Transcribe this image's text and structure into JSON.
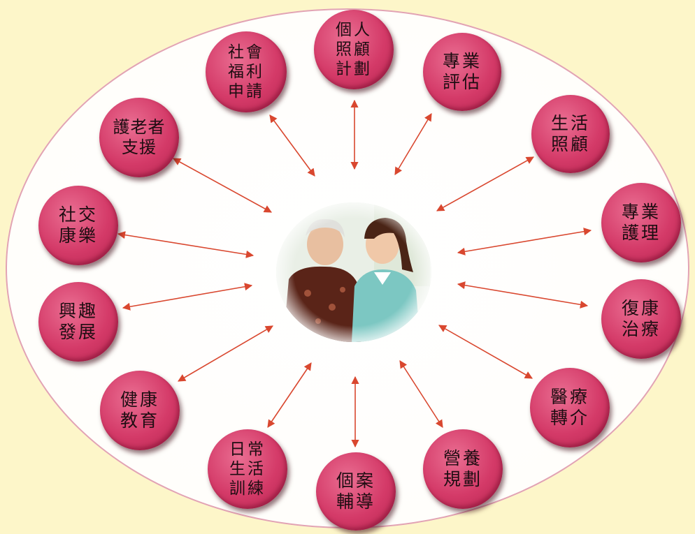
{
  "diagram": {
    "center": {
      "icon": "elderly-and-caregiver-photo"
    },
    "nodes": [
      {
        "id": "personal-care-plan",
        "label": "個人\n照顧\n計劃"
      },
      {
        "id": "professional-assessment",
        "label": "專業\n評估"
      },
      {
        "id": "daily-life-care",
        "label": "生活\n照顧"
      },
      {
        "id": "professional-nursing",
        "label": "專業\n護理"
      },
      {
        "id": "rehabilitation",
        "label": "復康\n治療"
      },
      {
        "id": "medical-referral",
        "label": "醫療\n轉介"
      },
      {
        "id": "nutrition-planning",
        "label": "營養\n規劃"
      },
      {
        "id": "case-counseling",
        "label": "個案\n輔導"
      },
      {
        "id": "daily-living-training",
        "label": "日常\n生活\n訓練"
      },
      {
        "id": "health-education",
        "label": "健康\n教育"
      },
      {
        "id": "interest-development",
        "label": "興趣\n發展"
      },
      {
        "id": "social-recreation",
        "label": "社交\n康樂"
      },
      {
        "id": "carer-support",
        "label": "護老者\n支援"
      },
      {
        "id": "social-welfare-application",
        "label": "社會\n福利\n申請"
      }
    ],
    "colors": {
      "background": "#fdf6c9",
      "node_fill": "#d43a68",
      "arrow": "#d9472f",
      "ellipse_border": "#e2a3b3"
    }
  }
}
